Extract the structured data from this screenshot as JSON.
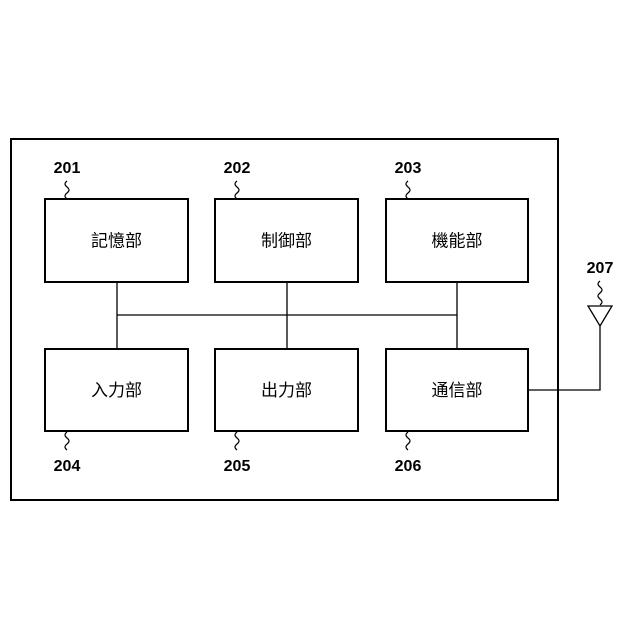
{
  "blocks": [
    {
      "id": "storage",
      "label": "記憶部",
      "ref": "201"
    },
    {
      "id": "control",
      "label": "制御部",
      "ref": "202"
    },
    {
      "id": "function",
      "label": "機能部",
      "ref": "203"
    },
    {
      "id": "input",
      "label": "入力部",
      "ref": "204"
    },
    {
      "id": "output",
      "label": "出力部",
      "ref": "205"
    },
    {
      "id": "communication",
      "label": "通信部",
      "ref": "206"
    }
  ],
  "antenna": {
    "ref": "207"
  },
  "colors": {
    "stroke": "#000000",
    "background": "#ffffff"
  }
}
